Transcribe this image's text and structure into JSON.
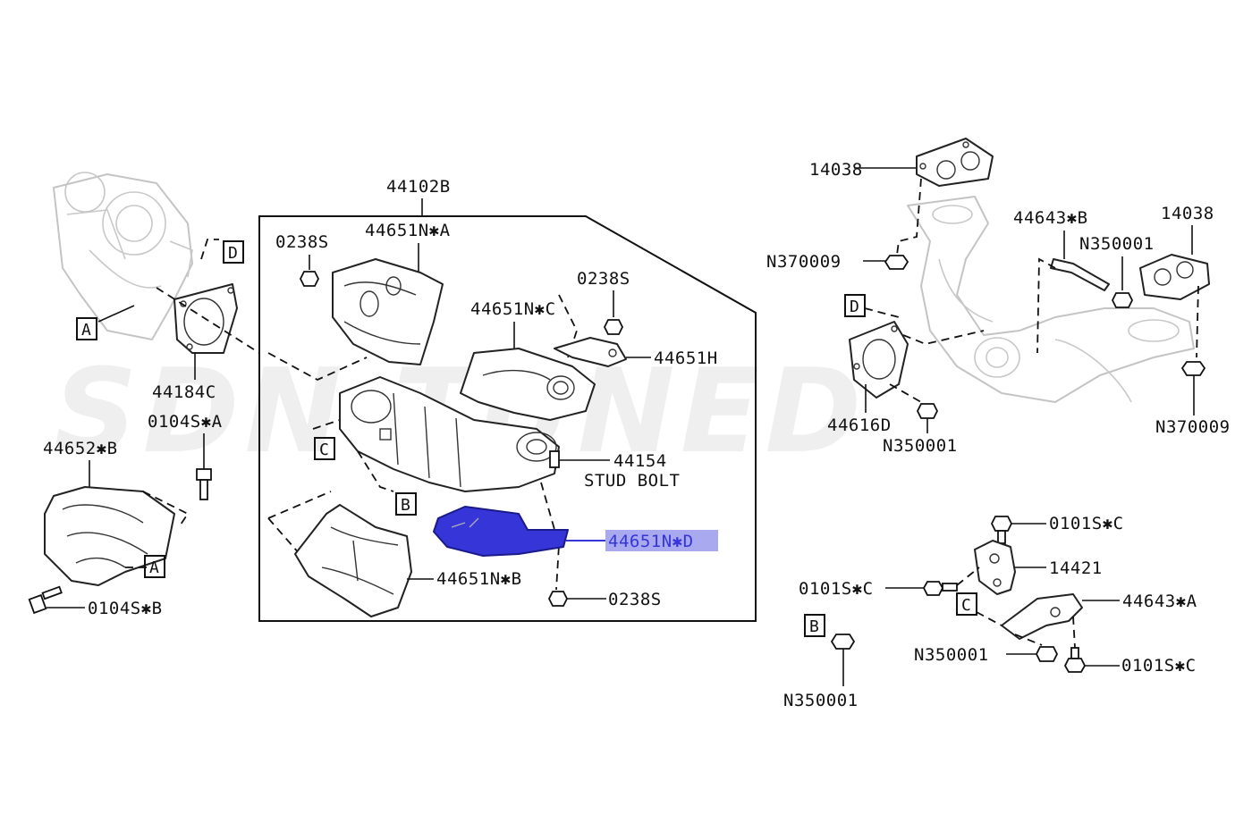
{
  "watermark": {
    "text": "SDN TUNED",
    "color": "#e9e9e9",
    "accent": "#f2c6c6"
  },
  "highlight": {
    "part": "44651N✱D",
    "fill_color": "#3535d8",
    "box_color": "#a9a9f0"
  },
  "labels": {
    "p44102B": "44102B",
    "p44651NA": "44651N✱A",
    "p0238S_a": "0238S",
    "p0238S_b": "0238S",
    "p0238S_c": "0238S",
    "p44651NC": "44651N✱C",
    "p44651H": "44651H",
    "p44154": "44154",
    "stud_bolt": "STUD BOLT",
    "p44651ND": "44651N✱D",
    "p44651NB": "44651N✱B",
    "p44184C": "44184C",
    "p0104SA": "0104S✱A",
    "p44652B": "44652✱B",
    "p0104SB": "0104S✱B",
    "p14038_a": "14038",
    "p14038_b": "14038",
    "p44643B": "44643✱B",
    "pN350001_a": "N350001",
    "pN370009_a": "N370009",
    "pN370009_b": "N370009",
    "p44616D": "44616D",
    "pN350001_b": "N350001",
    "p0101SC_a": "0101S✱C",
    "p14421": "14421",
    "p0101SC_b": "0101S✱C",
    "p44643A": "44643✱A",
    "pN350001_c": "N350001",
    "p0101SC_c": "0101S✱C",
    "pN350001_d": "N350001"
  },
  "ref_boxes": {
    "d_left": "D",
    "a_left": "A",
    "c_mid": "C",
    "b_mid": "B",
    "a_low": "A",
    "d_right": "D",
    "c_right": "C",
    "b_right": "B"
  }
}
